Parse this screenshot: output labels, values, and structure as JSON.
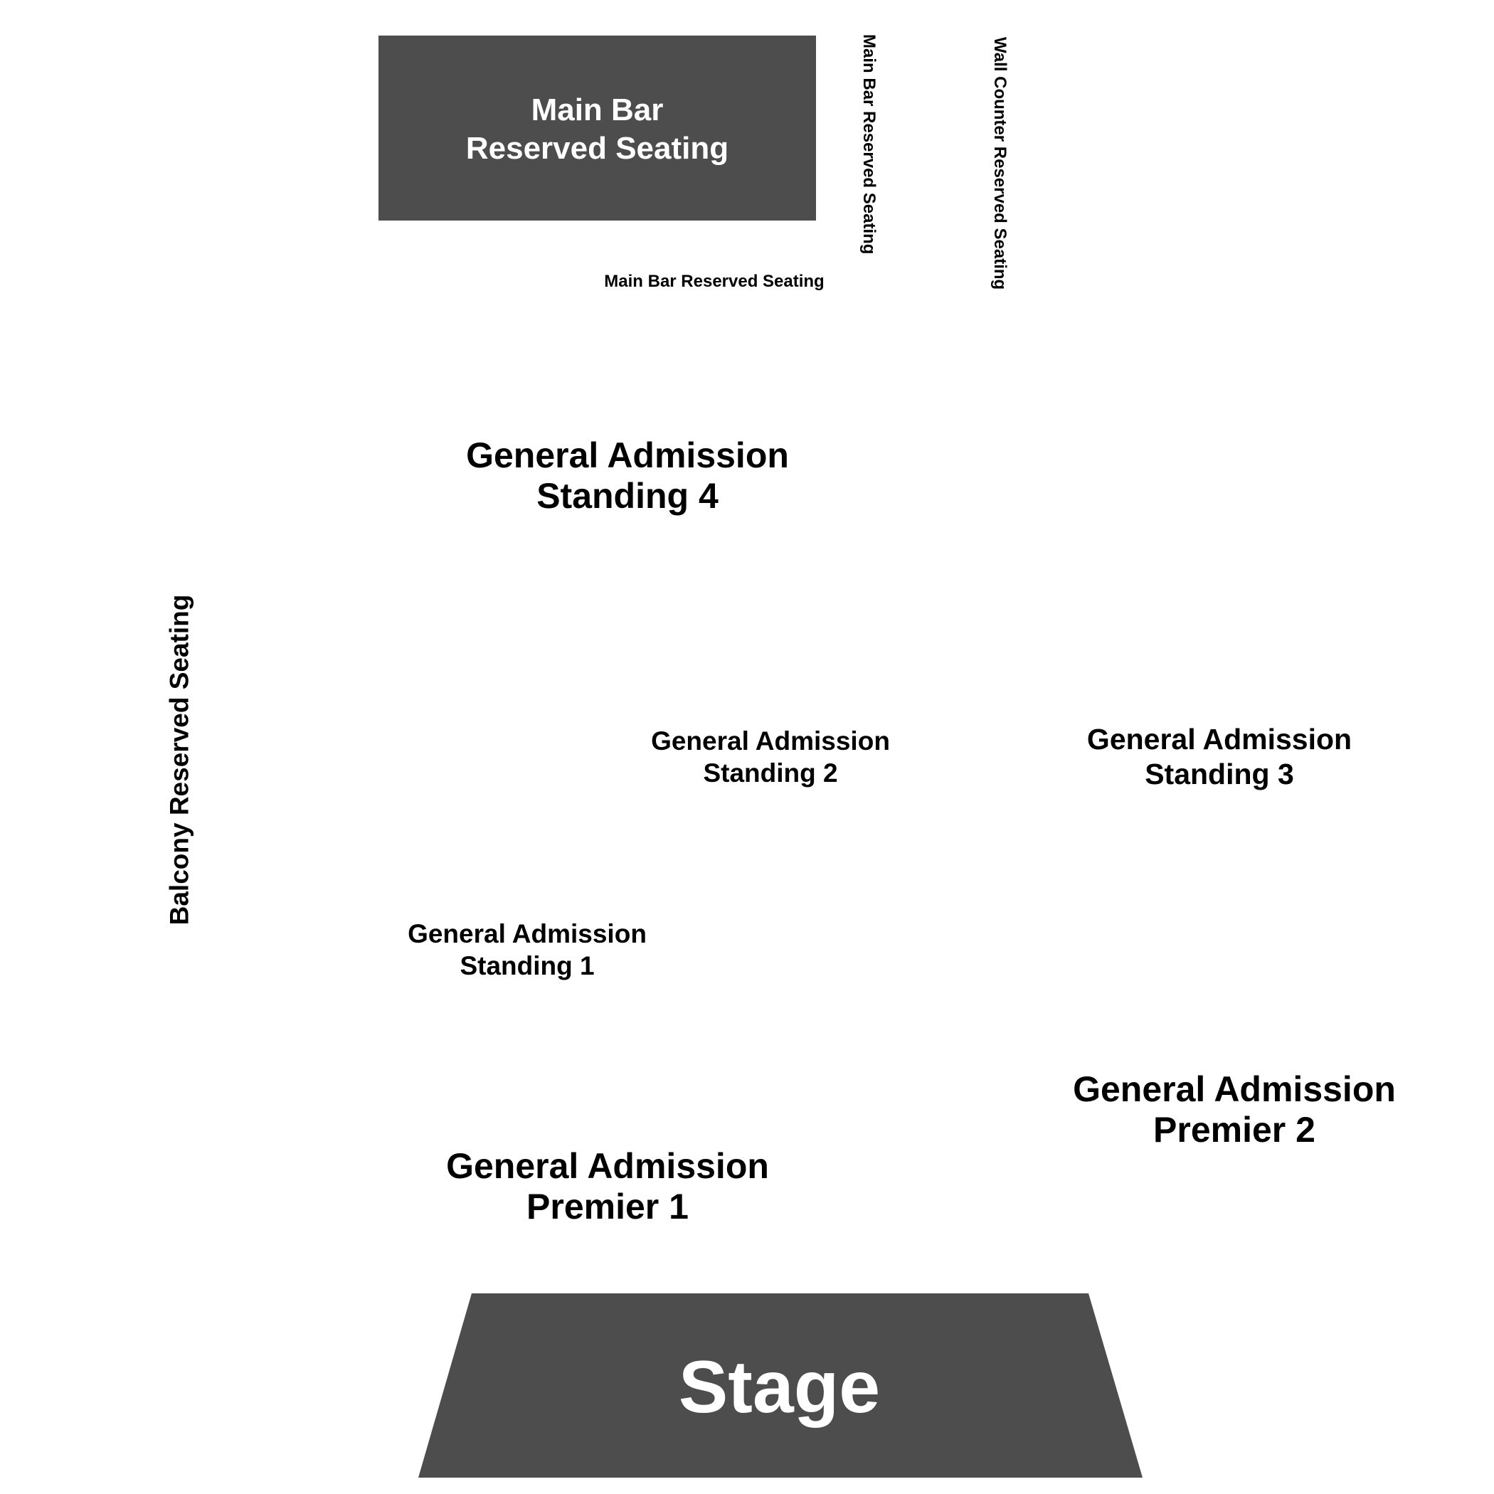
{
  "blocks": {
    "main_bar": {
      "line1": "Main Bar",
      "line2": "Reserved Seating",
      "color": "#4d4d4d"
    },
    "stage": {
      "label": "Stage",
      "color": "#4d4d4d"
    }
  },
  "sections": {
    "main_bar_side": "Main Bar Reserved Seating",
    "main_bar_bottom": "Main Bar Reserved Seating",
    "wall_counter": "Wall Counter Reserved Seating",
    "balcony": "Balcony Reserved Seating",
    "ga_standing_4": {
      "line1": "General Admission",
      "line2": "Standing 4"
    },
    "ga_standing_2": {
      "line1": "General Admission",
      "line2": "Standing 2"
    },
    "ga_standing_3": {
      "line1": "General Admission",
      "line2": "Standing 3"
    },
    "ga_standing_1": {
      "line1": "General Admission",
      "line2": "Standing 1"
    },
    "ga_premier_2": {
      "line1": "General Admission",
      "line2": "Premier 2"
    },
    "ga_premier_1": {
      "line1": "General Admission",
      "line2": "Premier 1"
    }
  }
}
